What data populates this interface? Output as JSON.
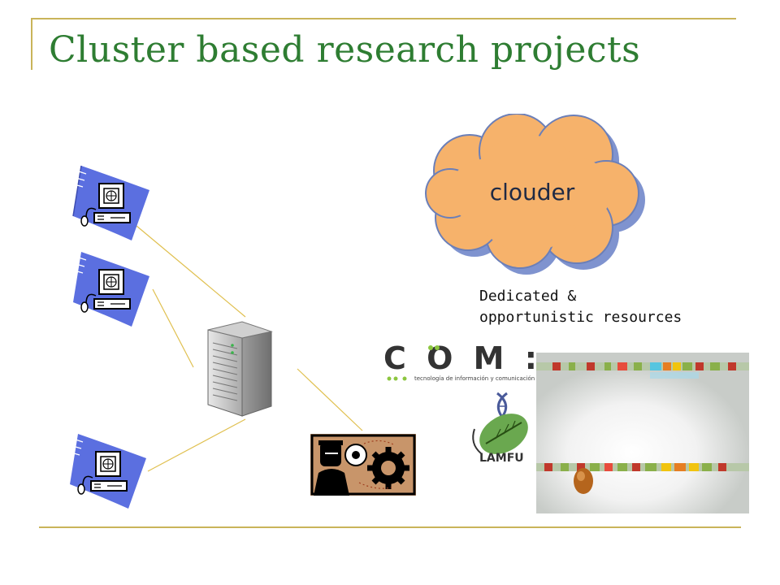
{
  "slide": {
    "title": "Cluster based research projects",
    "cloud_label": "clouder",
    "resources_text": "Dedicated &\nopportunistic resources"
  },
  "logos": {
    "comit_mark": "C O M : I : T",
    "comit_tagline": "tecnología de información y comunicación",
    "lamfu_mark": "LAMFU"
  },
  "icons": [
    "workstation-icon",
    "server-tower-icon",
    "gear-worker-icon",
    "cloud-icon",
    "dna-leaf-icon"
  ],
  "colors": {
    "title": "#2e7d32",
    "frame": "#c9b45a",
    "cloud_fill": "#f6b26b",
    "cloud_stroke": "#6b7fb8",
    "link_line": "#e0c050"
  }
}
